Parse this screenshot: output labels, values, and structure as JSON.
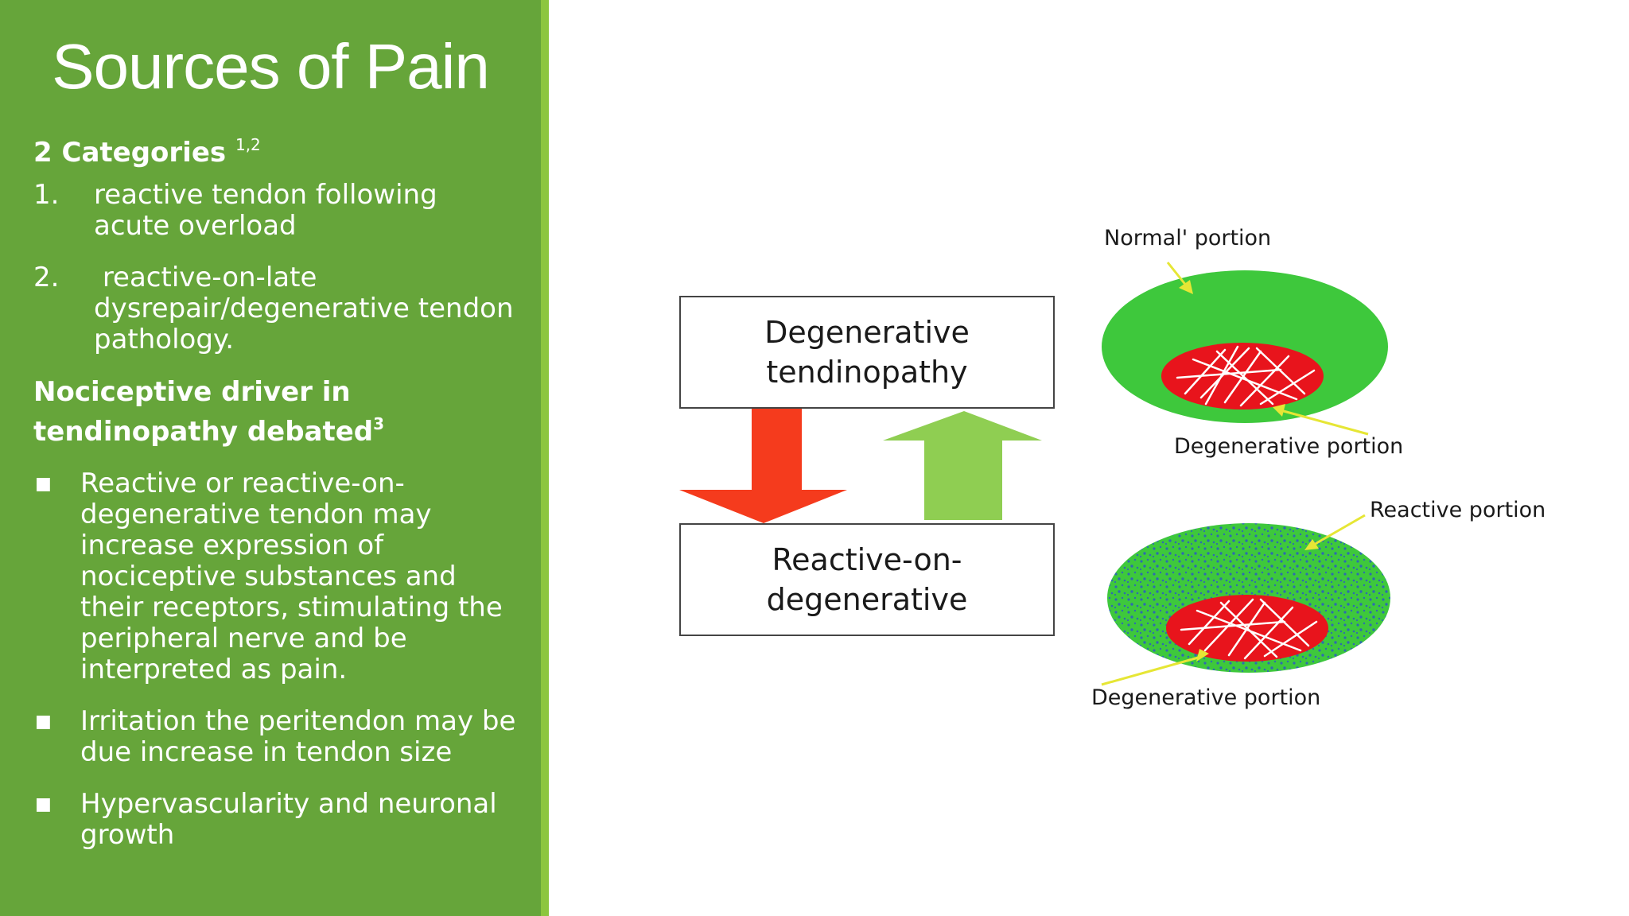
{
  "slide": {
    "title": "Sources of Pain",
    "categories_heading": "2 Categories",
    "categories_ref": "1,2",
    "numbered": [
      {
        "num": "1.",
        "text": "reactive tendon following acute overload"
      },
      {
        "num": "2.",
        "text": " reactive-on-late dysrepair/degenerative tendon pathology."
      }
    ],
    "driver_heading": "Nociceptive driver in tendinopathy debated",
    "driver_ref": "3",
    "bullets": [
      "Reactive or reactive-on-degenerative tendon may increase expression of nociceptive substances and their receptors, stimulating the peripheral nerve and be interpreted as pain.",
      "Irritation the peritendon may be due increase in tendon size",
      "Hypervascularity and neuronal growth"
    ]
  },
  "figure": {
    "box_top_line1": "Degenerative",
    "box_top_line2": "tendinopathy",
    "box_bottom_line1": "Reactive-on-",
    "box_bottom_line2": "degenerative",
    "label_normal": "Normal' portion",
    "label_degenerative_top": "Degenerative portion",
    "label_reactive": "Reactive portion",
    "label_degenerative_bottom": "Degenerative portion"
  },
  "colors": {
    "panel": "#66a53a",
    "stripe": "#8cc63f",
    "arrow_down": "#f53b1d",
    "arrow_up": "#8fce52",
    "tendon_green": "#3ec83c",
    "lesion_red": "#e8141c",
    "pointer_yellow": "#e6e635",
    "reactive_speckle": "#2d6bb0"
  }
}
